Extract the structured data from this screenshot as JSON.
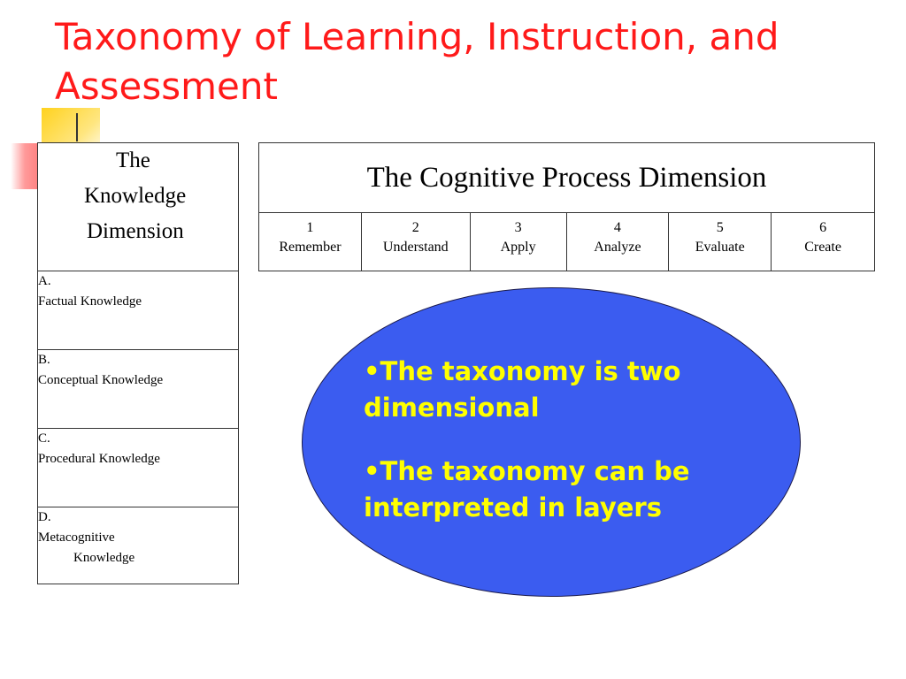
{
  "slide": {
    "title": "Taxonomy of Learning, Instruction, and Assessment"
  },
  "knowledge": {
    "header": [
      "The",
      "Knowledge",
      "Dimension"
    ],
    "rows": [
      {
        "letter": "A.",
        "name": "Factual Knowledge",
        "name2": ""
      },
      {
        "letter": "B.",
        "name": "Conceptual Knowledge",
        "name2": ""
      },
      {
        "letter": "C.",
        "name": "Procedural Knowledge",
        "name2": ""
      },
      {
        "letter": "D.",
        "name": "Metacognitive",
        "name2": "Knowledge"
      }
    ]
  },
  "cognitive": {
    "header": "The Cognitive Process Dimension",
    "columns": [
      {
        "num": "1",
        "label": "Remember"
      },
      {
        "num": "2",
        "label": "Understand"
      },
      {
        "num": "3",
        "label": "Apply"
      },
      {
        "num": "4",
        "label": "Analyze"
      },
      {
        "num": "5",
        "label": "Evaluate"
      },
      {
        "num": "6",
        "label": "Create"
      }
    ]
  },
  "callout": {
    "bullets": [
      "•The taxonomy is two dimensional",
      "•The taxonomy can be interpreted in layers"
    ]
  },
  "colors": {
    "title": "#ff1a1a",
    "ellipse": "#3b5cf0",
    "bullet_text": "#ffff00"
  }
}
